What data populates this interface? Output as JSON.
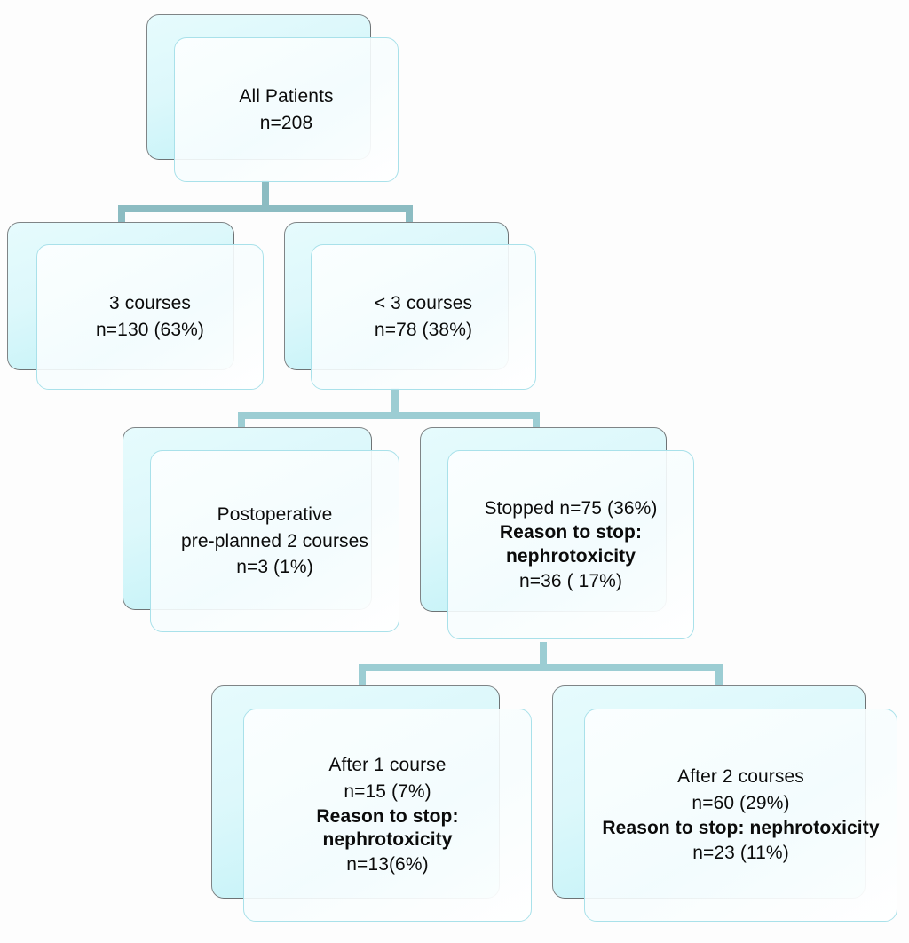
{
  "diagram": {
    "title": "Patient treatment course CONSORT-style flow diagram",
    "background_color": "#fdfdfd",
    "connector_color": "#8cbcc2",
    "node_back_color": "#ddf8fb",
    "node_front_color": "#fcffff",
    "node_border_color": "#a9e1ea",
    "text_color": "#0b0b0b"
  },
  "nodes": [
    {
      "id": "all-patients",
      "lines": [
        {
          "text": "All Patients",
          "emphasis": "normal"
        },
        {
          "text": "n=208",
          "emphasis": "normal"
        }
      ]
    },
    {
      "id": "three-courses",
      "lines": [
        {
          "text": "3 courses",
          "emphasis": "normal"
        },
        {
          "text": "n=130 (63%)",
          "emphasis": "normal"
        }
      ]
    },
    {
      "id": "less-than-three-courses",
      "lines": [
        {
          "text": "< 3 courses",
          "emphasis": "normal"
        },
        {
          "text": "n=78 (38%)",
          "emphasis": "normal"
        }
      ]
    },
    {
      "id": "postoperative-preplanned",
      "lines": [
        {
          "text": "Postoperative",
          "emphasis": "normal"
        },
        {
          "text": "pre-planned 2 courses",
          "emphasis": "normal"
        },
        {
          "text": "n=3 (1%)",
          "emphasis": "normal"
        }
      ]
    },
    {
      "id": "stopped",
      "lines": [
        {
          "text": "Stopped n=75 (36%)",
          "emphasis": "normal"
        },
        {
          "text": "Reason to stop:",
          "emphasis": "strong"
        },
        {
          "text": "nephrotoxicity",
          "emphasis": "strong"
        },
        {
          "text": "n=36 ( 17%)",
          "emphasis": "normal"
        }
      ]
    },
    {
      "id": "after-one-course",
      "lines": [
        {
          "text": "After 1 course",
          "emphasis": "normal"
        },
        {
          "text": "n=15 (7%)",
          "emphasis": "normal"
        },
        {
          "text": "Reason to stop:",
          "emphasis": "strong"
        },
        {
          "text": "nephrotoxicity",
          "emphasis": "strong"
        },
        {
          "text": "n=13(6%)",
          "emphasis": "normal"
        }
      ]
    },
    {
      "id": "after-two-courses",
      "lines": [
        {
          "text": "After 2 courses",
          "emphasis": "normal"
        },
        {
          "text": "n=60 (29%)",
          "emphasis": "normal"
        },
        {
          "text": "Reason to stop: nephrotoxicity",
          "emphasis": "strong"
        },
        {
          "text": "n=23 (11%)",
          "emphasis": "normal"
        }
      ]
    }
  ],
  "node_text": {
    "all_patients": {
      "l0": "All Patients",
      "l1": "n=208"
    },
    "three_courses": {
      "l0": "3 courses",
      "l1": "n=130 (63%)"
    },
    "less_three_courses": {
      "l0": "< 3 courses",
      "l1": "n=78 (38%)"
    },
    "postoperative": {
      "l0": "Postoperative",
      "l1": "pre-planned 2 courses",
      "l2": "n=3 (1%)"
    },
    "stopped": {
      "l0": "Stopped n=75 (36%)",
      "l1": "Reason to stop:",
      "l2": "nephrotoxicity",
      "l3": "n=36 ( 17%)"
    },
    "after_one": {
      "l0": "After 1 course",
      "l1": "n=15 (7%)",
      "l2": "Reason to stop:",
      "l3": "nephrotoxicity",
      "l4": "n=13(6%)"
    },
    "after_two": {
      "l0": "After 2 courses",
      "l1": "n=60 (29%)",
      "l2": "Reason to stop: nephrotoxicity",
      "l3": "n=23 (11%)"
    }
  }
}
